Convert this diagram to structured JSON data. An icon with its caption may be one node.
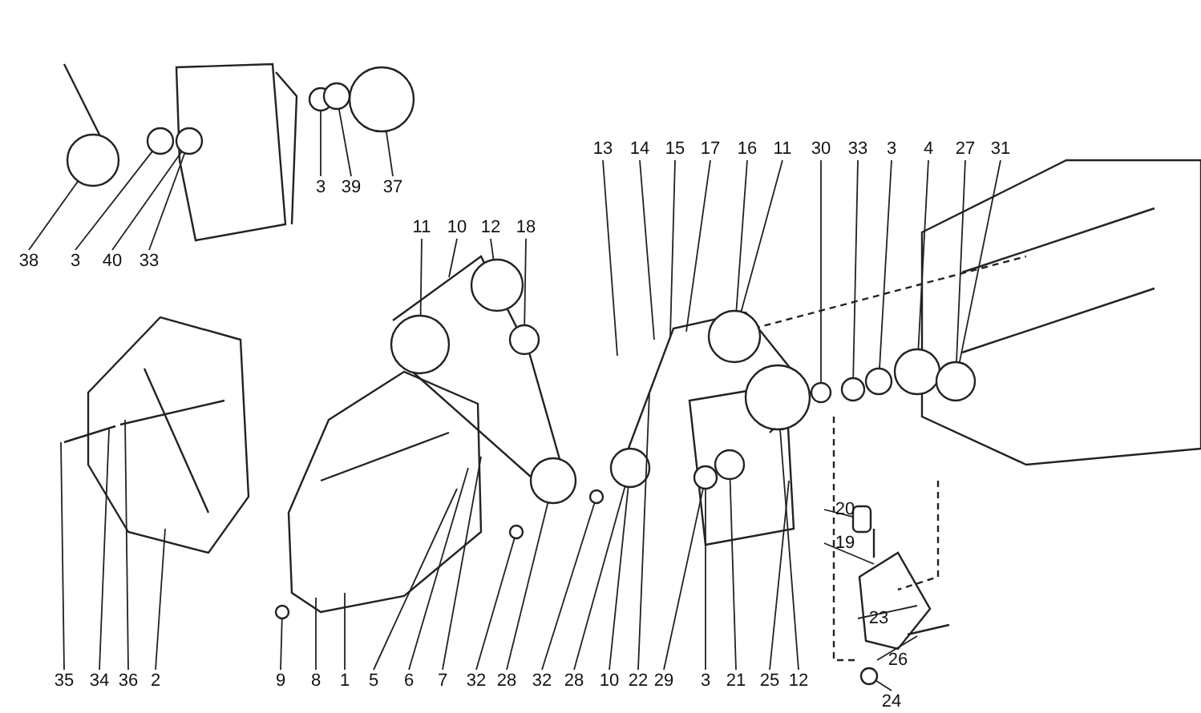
{
  "diagram": {
    "nodes": [
      {
        "text": [
          "13"
        ]
      },
      {
        "text": [
          "14"
        ]
      },
      {
        "text": [
          "15"
        ]
      },
      {
        "text": [
          "17"
        ]
      },
      {
        "text": [
          "16"
        ]
      },
      {
        "text": [
          "11"
        ]
      },
      {
        "text": [
          "30"
        ]
      },
      {
        "text": [
          "33"
        ]
      },
      {
        "text": [
          "3"
        ]
      },
      {
        "text": [
          "4"
        ]
      },
      {
        "text": [
          "27"
        ]
      },
      {
        "text": [
          "31"
        ]
      },
      {
        "text": [
          "3"
        ]
      },
      {
        "text": [
          "39"
        ]
      },
      {
        "text": [
          "37"
        ]
      },
      {
        "text": [
          "11"
        ]
      },
      {
        "text": [
          "10"
        ]
      },
      {
        "text": [
          "12"
        ]
      },
      {
        "text": [
          "18"
        ]
      },
      {
        "text": [
          "38"
        ]
      },
      {
        "text": [
          "3"
        ]
      },
      {
        "text": [
          "40"
        ]
      },
      {
        "text": [
          "33"
        ]
      },
      {
        "text": [
          "20"
        ]
      },
      {
        "text": [
          "19"
        ]
      },
      {
        "text": [
          "23"
        ]
      },
      {
        "text": [
          "26"
        ]
      },
      {
        "text": [
          "35"
        ]
      },
      {
        "text": [
          "34"
        ]
      },
      {
        "text": [
          "36"
        ]
      },
      {
        "text": [
          "2"
        ]
      },
      {
        "text": [
          "9"
        ]
      },
      {
        "text": [
          "8"
        ]
      },
      {
        "text": [
          "1"
        ]
      },
      {
        "text": [
          "5"
        ]
      },
      {
        "text": [
          "6"
        ]
      },
      {
        "text": [
          "7"
        ]
      },
      {
        "text": [
          "32"
        ]
      },
      {
        "text": [
          "28"
        ]
      },
      {
        "text": [
          "32"
        ]
      },
      {
        "text": [
          "28"
        ]
      },
      {
        "text": [
          "10"
        ]
      },
      {
        "text": [
          "22"
        ]
      },
      {
        "text": [
          "29"
        ]
      },
      {
        "text": [
          "3"
        ]
      },
      {
        "text": [
          "21"
        ]
      },
      {
        "text": [
          "25"
        ]
      },
      {
        "text": [
          "12"
        ]
      },
      {
        "text": [
          "24"
        ]
      },
      {
        "text": [],
        "shape": "circle"
      },
      {
        "text": [],
        "shape": "circle"
      },
      {
        "text": [],
        "shape": "circle"
      },
      {
        "text": [],
        "shape": "circle"
      },
      {
        "text": [],
        "shape": "circle"
      },
      {
        "text": [],
        "shape": "circle"
      },
      {
        "text": [],
        "shape": "circle"
      },
      {
        "text": [],
        "shape": "circle"
      },
      {
        "text": [],
        "shape": "circle"
      },
      {
        "text": [],
        "shape": "circle"
      },
      {
        "text": [],
        "shape": "circle"
      },
      {
        "text": [],
        "shape": "circle"
      },
      {
        "text": [],
        "shape": "circle"
      },
      {
        "text": [],
        "shape": "circle"
      },
      {
        "text": [],
        "shape": "circle"
      },
      {
        "text": [],
        "shape": "circle"
      },
      {
        "text": [],
        "shape": "circle"
      },
      {
        "text": [],
        "shape": "circle"
      },
      {
        "text": [],
        "shape": "circle"
      },
      {
        "text": [],
        "shape": "circle"
      },
      {
        "text": [],
        "shape": "circle"
      },
      {
        "text": [],
        "shape": "circle"
      },
      {
        "text": [],
        "shape": "circle"
      },
      {
        "text": [],
        "shape": "circle"
      },
      {
        "text": [],
        "shape": "box"
      }
    ],
    "edges": [
      {
        "from": 0,
        "to": null,
        "arrow": "none"
      },
      {
        "from": 1,
        "to": null,
        "arrow": "none"
      },
      {
        "from": 2,
        "to": null,
        "arrow": "none"
      },
      {
        "from": 3,
        "to": null,
        "arrow": "none"
      },
      {
        "from": 4,
        "to": 60,
        "arrow": "none"
      },
      {
        "from": 5,
        "to": 60,
        "arrow": "none"
      },
      {
        "from": 6,
        "to": 64,
        "arrow": "none"
      },
      {
        "from": 7,
        "to": 65,
        "arrow": "none"
      },
      {
        "from": 8,
        "to": 66,
        "arrow": "none"
      },
      {
        "from": 9,
        "to": 67,
        "arrow": "none"
      },
      {
        "from": 10,
        "to": 68,
        "arrow": "none"
      },
      {
        "from": 11,
        "to": 68,
        "arrow": "none"
      },
      {
        "from": 12,
        "to": 52,
        "arrow": "none"
      },
      {
        "from": 13,
        "to": 53,
        "arrow": "none"
      },
      {
        "from": 14,
        "to": 54,
        "arrow": "none"
      },
      {
        "from": 15,
        "to": 55,
        "arrow": "none"
      },
      {
        "from": 16,
        "to": null,
        "arrow": "none"
      },
      {
        "from": 17,
        "to": 56,
        "arrow": "none"
      },
      {
        "from": 18,
        "to": 57,
        "arrow": "none"
      },
      {
        "from": 19,
        "to": 49,
        "arrow": "none"
      },
      {
        "from": 20,
        "to": 50,
        "arrow": "none"
      },
      {
        "from": 21,
        "to": 51,
        "arrow": "none"
      },
      {
        "from": 22,
        "to": 51,
        "arrow": "none"
      },
      {
        "from": 23,
        "to": 73,
        "arrow": "none"
      },
      {
        "from": 24,
        "to": null,
        "arrow": "none"
      },
      {
        "from": 25,
        "to": null,
        "arrow": "none"
      },
      {
        "from": 26,
        "to": null,
        "arrow": "none"
      },
      {
        "from": 27,
        "to": null,
        "arrow": "none"
      },
      {
        "from": 28,
        "to": null,
        "arrow": "none"
      },
      {
        "from": 29,
        "to": null,
        "arrow": "none"
      },
      {
        "from": 30,
        "to": null,
        "arrow": "none"
      },
      {
        "from": 31,
        "to": 69,
        "arrow": "none"
      },
      {
        "from": 32,
        "to": null,
        "arrow": "none"
      },
      {
        "from": 33,
        "to": null,
        "arrow": "none"
      },
      {
        "from": 34,
        "to": null,
        "arrow": "none"
      },
      {
        "from": 35,
        "to": null,
        "arrow": "none"
      },
      {
        "from": 36,
        "to": null,
        "arrow": "none"
      },
      {
        "from": 37,
        "to": 70,
        "arrow": "none"
      },
      {
        "from": 38,
        "to": 58,
        "arrow": "none"
      },
      {
        "from": 39,
        "to": 71,
        "arrow": "none"
      },
      {
        "from": 40,
        "to": 59,
        "arrow": "none"
      },
      {
        "from": 41,
        "to": 59,
        "arrow": "none"
      },
      {
        "from": 42,
        "to": null,
        "arrow": "none"
      },
      {
        "from": 43,
        "to": 62,
        "arrow": "none"
      },
      {
        "from": 44,
        "to": 62,
        "arrow": "none"
      },
      {
        "from": 45,
        "to": 63,
        "arrow": "none"
      },
      {
        "from": 46,
        "to": null,
        "arrow": "none"
      },
      {
        "from": 47,
        "to": 61,
        "arrow": "none"
      },
      {
        "from": 48,
        "to": 72,
        "arrow": "none"
      }
    ]
  }
}
